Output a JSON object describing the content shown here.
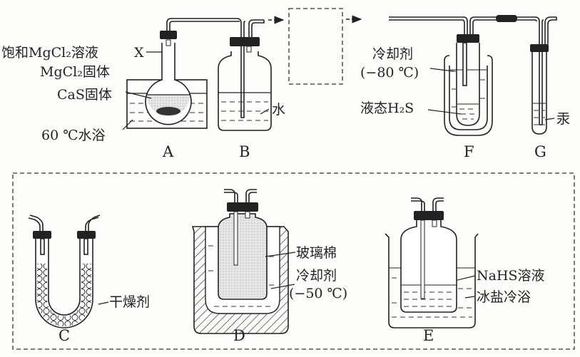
{
  "labels": {
    "mgcl2_solution": "饱和MgCl₂溶液",
    "x": "X",
    "mgcl2_solid": "MgCl₂固体",
    "cas_solid": "CaS固体",
    "water_bath": "60 ℃水浴",
    "water": "水",
    "coolant_f_1": "冷却剂",
    "coolant_f_2": "(−80 ℃)",
    "liquid_h2s": "液态H₂S",
    "mercury": "汞",
    "desiccant": "干燥剂",
    "glass_wool": "玻璃棉",
    "coolant_d_1": "冷却剂",
    "coolant_d_2": "(−50 ℃)",
    "nahs_solution": "NaHS溶液",
    "ice_salt_bath": "冰盐冷浴"
  },
  "apparatus": {
    "A": "A",
    "B": "B",
    "C": "C",
    "D": "D",
    "E": "E",
    "F": "F",
    "G": "G"
  }
}
